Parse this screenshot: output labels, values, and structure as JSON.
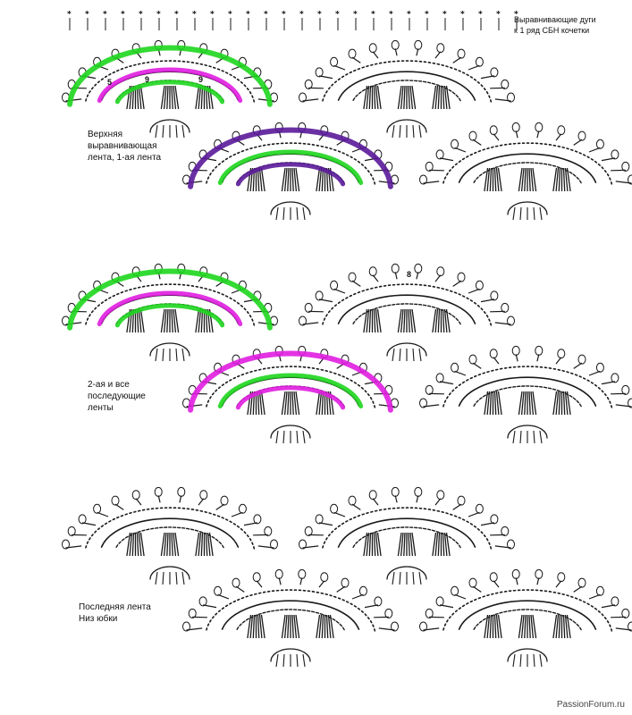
{
  "labels": {
    "top_right": [
      "Выравнивающие дуги",
      "к 1 ряд СБН кочетки"
    ],
    "upper_band": [
      "Верхняя",
      "выравнивающая",
      "лента, 1-ая лента"
    ],
    "second_bands": [
      "2-ая и все",
      "последующие",
      "ленты"
    ],
    "last_band": [
      "Последняя лента",
      "Низ юбки"
    ]
  },
  "watermark": "PassionForum.ru",
  "stitch_numbers": [
    "5",
    "9",
    "9",
    "8"
  ],
  "colors": {
    "ink": "#1a1a1a",
    "green": "#1fd61f",
    "magenta": "#e01ee0",
    "purple": "#5a1a9a",
    "paper": "#ffffff"
  }
}
